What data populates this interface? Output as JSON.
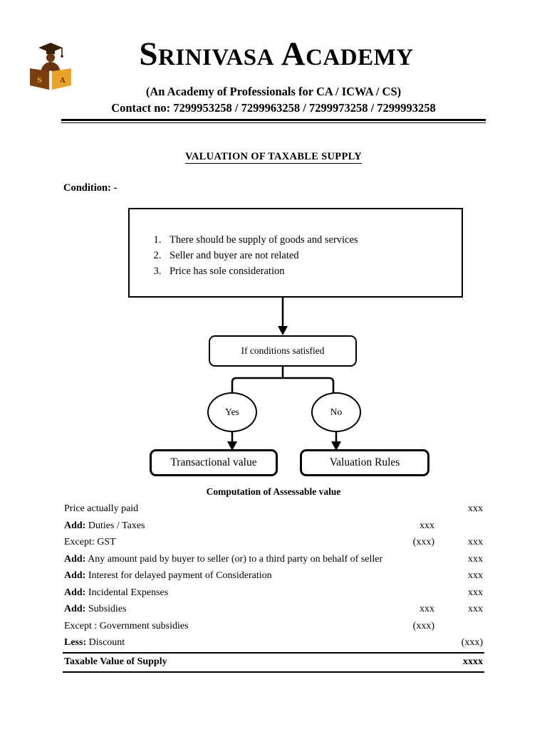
{
  "header": {
    "logo_icon": "graduation-book-logo",
    "logo_letters": [
      "S",
      "A"
    ],
    "academy_name": "Srinivasa Academy",
    "subtitle": "(An Academy of Professionals for CA / ICWA / CS)",
    "contact": "Contact no: 7299953258 / 7299963258 / 7299973258 / 7299993258",
    "colors": {
      "book_left": "#7B3F10",
      "book_right": "#E9A32B",
      "figure": "#6B3410",
      "letter": "#D9A441"
    }
  },
  "document": {
    "title": "VALUATION OF TAXABLE SUPPLY",
    "condition_label": "Condition: -"
  },
  "flowchart": {
    "conditions": [
      "There should be supply of goods and services",
      "Seller and buyer are not related",
      "Price has sole consideration"
    ],
    "decision": "If conditions satisfied",
    "branch_yes": "Yes",
    "branch_no": "No",
    "result_yes": "Transactional value",
    "result_no": "Valuation Rules"
  },
  "computation": {
    "title": "Computation of Assessable value",
    "rows": [
      {
        "label": "",
        "desc": "Price actually paid",
        "col1": "",
        "col2": "xxx"
      },
      {
        "label": "Add:",
        "desc": "Duties / Taxes",
        "col1": "xxx",
        "col2": ""
      },
      {
        "label": "",
        "desc": "Except: GST",
        "col1": "(xxx)",
        "col2": "xxx"
      },
      {
        "label": "Add:",
        "desc": "Any amount paid by buyer to seller (or) to a third party on behalf of seller",
        "col1": "",
        "col2": "xxx"
      },
      {
        "label": "Add:",
        "desc": "Interest for delayed payment of Consideration",
        "col1": "",
        "col2": "xxx"
      },
      {
        "label": "Add:",
        "desc": "Incidental Expenses",
        "col1": "",
        "col2": "xxx"
      },
      {
        "label": "Add:",
        "desc": "Subsidies",
        "col1": "xxx",
        "col2": "xxx"
      },
      {
        "label": "",
        "desc": "Except : Government subsidies",
        "col1": "(xxx)",
        "col2": ""
      },
      {
        "label": "Less:",
        "desc": "Discount",
        "col1": "",
        "col2": "(xxx)"
      }
    ],
    "total": {
      "label": "Taxable Value of Supply",
      "col1": "",
      "col2": "xxxx"
    }
  }
}
